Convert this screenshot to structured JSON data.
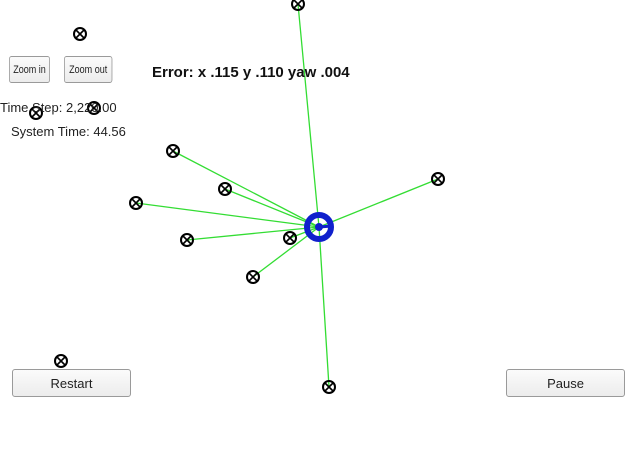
{
  "controls": {
    "zoom_in_label": "Zoom in",
    "zoom_out_label": "Zoom out",
    "restart_label": "Restart",
    "pause_label": "Pause"
  },
  "status": {
    "time_step": "Time Step: 2,220.00",
    "system_time": "System Time: 44.56"
  },
  "error_text": "Error: x .115 y .110 yaw .004",
  "colors": {
    "ray": "#33dd33",
    "robot": "#1020cc",
    "landmark": "#000000"
  },
  "icons": {
    "landmark": "crossed-circle-icon",
    "robot": "robot-disc-icon"
  }
}
